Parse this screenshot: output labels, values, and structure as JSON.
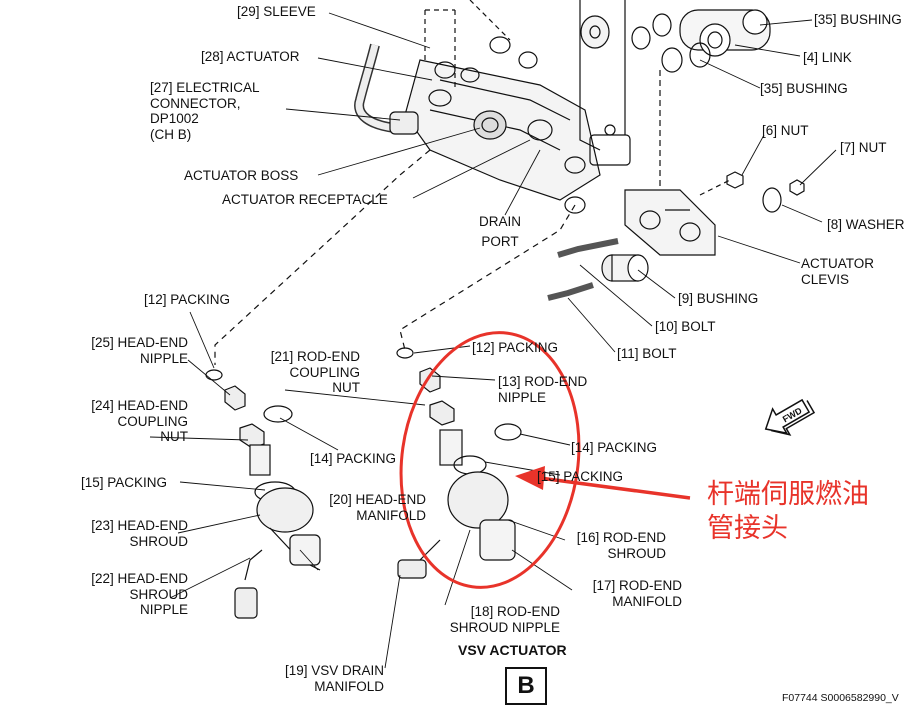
{
  "labels": {
    "l29": "[29] SLEEVE",
    "l28": "[28] ACTUATOR",
    "l27": "[27] ELECTRICAL\nCONNECTOR,\nDP1002\n(CH B)",
    "boss": "ACTUATOR BOSS",
    "receptacle": "ACTUATOR RECEPTACLE",
    "drain": "DRAIN\nPORT",
    "l35a": "[35] BUSHING",
    "l4": "[4] LINK",
    "l35b": "[35] BUSHING",
    "l6": "[6] NUT",
    "l7": "[7] NUT",
    "l8": "[8] WASHER",
    "clevis": "ACTUATOR\nCLEVIS",
    "l9": "[9] BUSHING",
    "l10": "[10] BOLT",
    "l11": "[11] BOLT",
    "l12a": "[12] PACKING",
    "l25": "[25] HEAD-END\nNIPPLE",
    "l24": "[24] HEAD-END\nCOUPLING\nNUT",
    "l21": "[21] ROD-END\nCOUPLING\nNUT",
    "l12b": "[12] PACKING",
    "l13": "[13] ROD-END\nNIPPLE",
    "l14a": "[14] PACKING",
    "l14b": "[14] PACKING",
    "l15a": "[15] PACKING",
    "l15b": "[15] PACKING",
    "l20": "[20] HEAD-END\nMANIFOLD",
    "l23": "[23] HEAD-END\nSHROUD",
    "l22": "[22] HEAD-END\nSHROUD\nNIPPLE",
    "l16": "[16] ROD-END\nSHROUD",
    "l17": "[17] ROD-END\nMANIFOLD",
    "l18": "[18] ROD-END\nSHROUD NIPPLE",
    "l19": "[19] VSV DRAIN\nMANIFOLD"
  },
  "view_title": "VSV ACTUATOR",
  "view_letter": "B",
  "fwd": "FWD",
  "figure_id": "F07744 S0006582990_V",
  "annotation": "杆端伺服燃油\n管接头",
  "colors": {
    "annotation": "#e8332a",
    "ink": "#111111"
  }
}
